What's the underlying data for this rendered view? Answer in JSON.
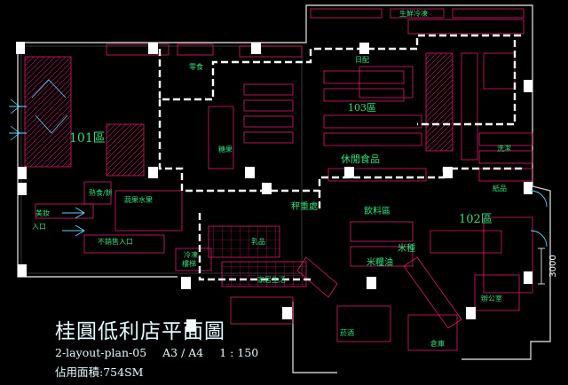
{
  "title": "桂圓低利店平面圖",
  "plan_code": "2-layout-plan-05",
  "paper_size": "A3 / A4",
  "scale": "1 : 150",
  "area_label": "佔用面積:754SM",
  "dimension_label": "3000",
  "zones": {
    "z101": "101區",
    "z102": "102區",
    "z103": "103區"
  },
  "rooms": {
    "leisure_food": "休閒食品",
    "drinks": "飲料區",
    "rice": "米種",
    "rice_oil": "米糧油",
    "fresh_chilled": "生鮮冷凍",
    "veg_fruit": "蔬果水果",
    "frozen": "冷凍",
    "weighing": "秤重處",
    "checkout_hint": "不銷售入口",
    "office": "辦公室",
    "warehouse": "倉庫",
    "household": "家居生活",
    "milk": "乳品",
    "deli_top_left": "熟食/餅",
    "beauty": "美妝",
    "tobacco": "菸酒",
    "stairs": "樓梯",
    "entrance": "入口",
    "daily_fresh": "日配",
    "snack_a": "零食",
    "snack_b": "糖果",
    "detergent": "洗潔",
    "paper": "紙品"
  },
  "colors": {
    "background": "#000000",
    "wall": "#c8c8c8",
    "fixture": "#e2186e",
    "zone_label": "#2de07a",
    "dashed_route": "#ffffff",
    "accent_cyan": "#58d8ff",
    "text_light": "#e6faff",
    "yellow": "#f0e000"
  },
  "icons": {
    "north_arrow": "arrow-up-icon",
    "pillar": "square-pillar-icon",
    "door": "door-swing-icon"
  }
}
